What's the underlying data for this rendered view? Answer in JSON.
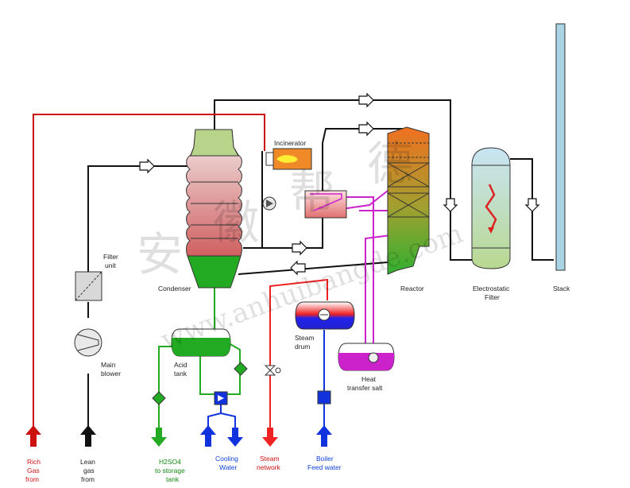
{
  "colors": {
    "gas_line": "#111111",
    "rich_gas": "#cc1111",
    "steam": "#ee2222",
    "water": "#1133dd",
    "acid": "#22aa22",
    "salt": "#cc22cc"
  },
  "labels": {
    "incinerator": "Incinerator",
    "filter_unit": [
      "Filter",
      "unit"
    ],
    "condenser": "Condenser",
    "reactor": "Reactor",
    "electrostatic_filter": [
      "Electrostatic",
      "Filter"
    ],
    "stack": "Stack",
    "main_blower": [
      "Main",
      "blower"
    ],
    "acid_tank": [
      "Acid",
      "tank"
    ],
    "steam_drum": [
      "Steam",
      "drum"
    ],
    "heat_transfer_salt": [
      "Heat",
      "transfer salt"
    ]
  },
  "streams": {
    "rich_gas": [
      "Rich",
      "Gas",
      "from"
    ],
    "lean_gas": [
      "Lean",
      "gas",
      "from"
    ],
    "h2so4": [
      "H2SO4",
      "to storage",
      "tank"
    ],
    "cooling_water": [
      "Cooling",
      "Water"
    ],
    "steam_network": [
      "Steam",
      "network"
    ],
    "boiler_feed_water": [
      "Boiler",
      "Feed water"
    ]
  },
  "watermark": {
    "chars": [
      "安",
      "徽",
      "帮",
      "德"
    ],
    "url": "www.anhuibangde.com"
  }
}
